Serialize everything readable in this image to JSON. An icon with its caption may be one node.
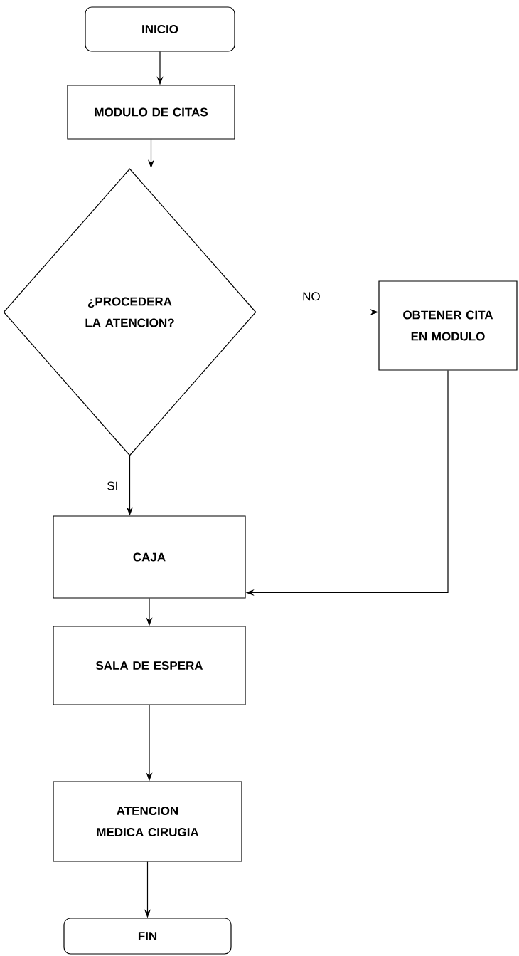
{
  "diagram": {
    "nodes": [
      {
        "text": [
          "INICIO"
        ]
      },
      {
        "text": [
          "MODULO DE CITAS"
        ]
      },
      {
        "text": [
          "¿PROCEDERA LA ATENCION?"
        ]
      },
      {
        "text": [
          "OBTENER CITA EN MODULO"
        ]
      },
      {
        "text": [
          "CAJA"
        ]
      },
      {
        "text": [
          "SALA DE ESPERA"
        ]
      },
      {
        "text": [
          "ATENCION MEDICA CIRUGIA"
        ]
      },
      {
        "text": [
          "FIN"
        ]
      }
    ],
    "edges": [
      {
        "from": 0,
        "to": 1,
        "arrow": "to"
      },
      {
        "from": 1,
        "to": 2,
        "arrow": "to"
      },
      {
        "from": 2,
        "to": 3,
        "arrow": "to",
        "label": "NO"
      },
      {
        "from": 2,
        "to": 4,
        "arrow": "to",
        "label": "SI"
      },
      {
        "from": 3,
        "to": 4,
        "arrow": "to"
      },
      {
        "from": 4,
        "to": 5,
        "arrow": "to"
      },
      {
        "from": 5,
        "to": 6,
        "arrow": "to"
      },
      {
        "from": 6,
        "to": 7,
        "arrow": "to"
      }
    ]
  }
}
